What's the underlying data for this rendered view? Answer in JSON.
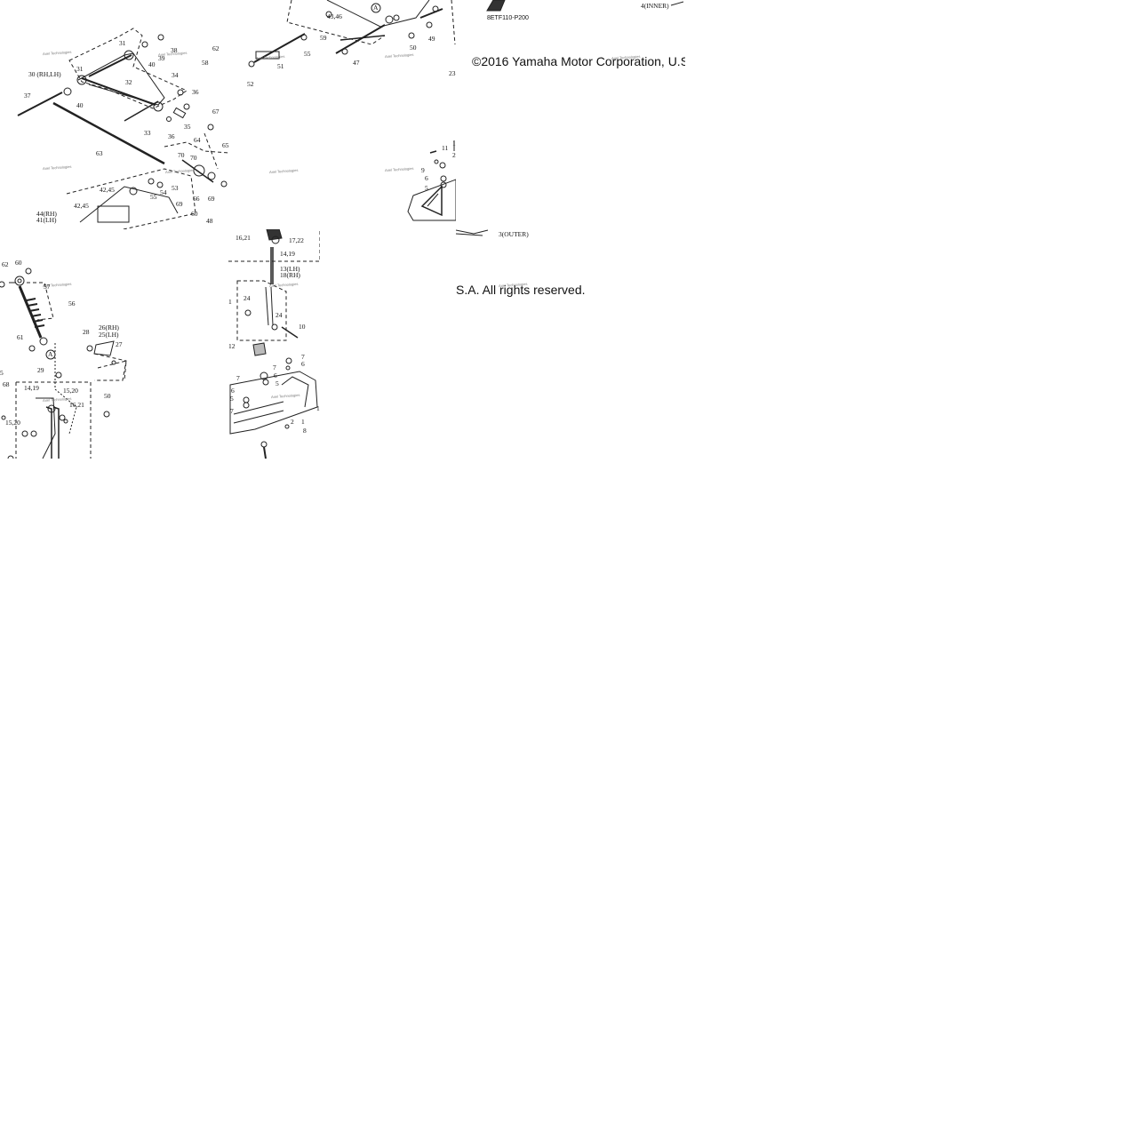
{
  "copyright_line1": "©2016 Yamaha Motor Corporation, U.S",
  "copyright_line2": "S.A. All rights reserved.",
  "diagram_code": "8ETF110-P200",
  "watermark": "Ariel Technologies",
  "labels": {
    "t1": [
      "31",
      "38",
      "39",
      "40",
      "30 (RH,LH)",
      "31",
      "32",
      "34",
      "36",
      "37",
      "40",
      "33",
      "36",
      "35",
      "63",
      "67",
      "64",
      "65",
      "70",
      "70",
      "42,45",
      "55",
      "54",
      "53",
      "66",
      "69",
      "44(RH)",
      "41(LH)",
      "42,45",
      "69",
      "60",
      "48",
      "62",
      "58"
    ],
    "t2": [
      "43,46",
      "A",
      "59",
      "55",
      "51",
      "47",
      "50",
      "49",
      "52",
      "23"
    ],
    "t3": [
      "4(INNER)"
    ],
    "t4": [
      "11",
      "1",
      "2",
      "9",
      "6",
      "5",
      "3(OUTER)"
    ],
    "t5": [
      "16,21",
      "17,22",
      "14,19",
      "13(LH)",
      "18(RH)",
      "24",
      "1",
      "24",
      "10",
      "12",
      "7",
      "7",
      "6",
      "6",
      "5",
      "5",
      "6",
      "7",
      "7",
      "1",
      "2",
      "1",
      "8"
    ],
    "t6": [
      "62",
      "60",
      "57",
      "56",
      "26(RH)",
      "25(LH)",
      "28",
      "27",
      "61",
      "A",
      "29",
      "14,19",
      "15,20",
      "16,21",
      "68",
      "50",
      "15,20",
      "5"
    ]
  }
}
